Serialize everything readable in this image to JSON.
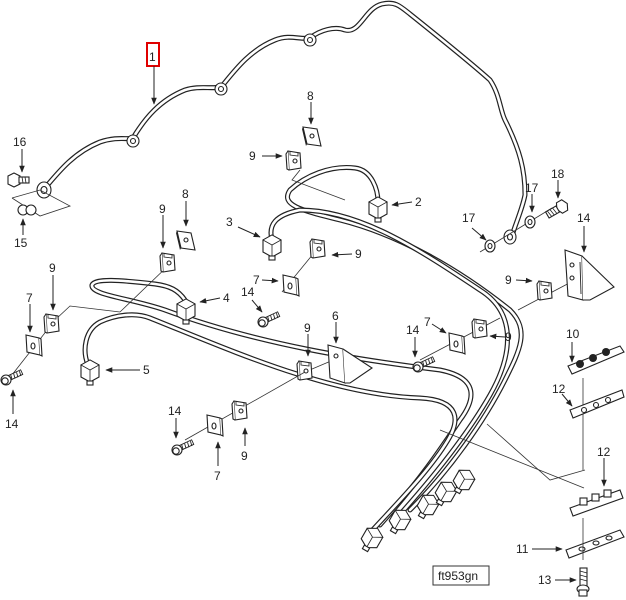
{
  "diagram": {
    "title_ref": "ft953gn",
    "highlight_color": "#e00000",
    "callouts": [
      {
        "id": "c1",
        "label": "1",
        "highlighted": true
      },
      {
        "id": "c2",
        "label": "2"
      },
      {
        "id": "c3",
        "label": "3"
      },
      {
        "id": "c4",
        "label": "4"
      },
      {
        "id": "c5",
        "label": "5"
      },
      {
        "id": "c6",
        "label": "6"
      },
      {
        "id": "c7a",
        "label": "7"
      },
      {
        "id": "c7b",
        "label": "7"
      },
      {
        "id": "c7c",
        "label": "7"
      },
      {
        "id": "c7d",
        "label": "7"
      },
      {
        "id": "c8a",
        "label": "8"
      },
      {
        "id": "c8b",
        "label": "8"
      },
      {
        "id": "c9a",
        "label": "9"
      },
      {
        "id": "c9b",
        "label": "9"
      },
      {
        "id": "c9c",
        "label": "9"
      },
      {
        "id": "c9d",
        "label": "9"
      },
      {
        "id": "c9e",
        "label": "9"
      },
      {
        "id": "c9f",
        "label": "9"
      },
      {
        "id": "c9g",
        "label": "9"
      },
      {
        "id": "c9h",
        "label": "9"
      },
      {
        "id": "c10",
        "label": "10"
      },
      {
        "id": "c11",
        "label": "11"
      },
      {
        "id": "c12a",
        "label": "12"
      },
      {
        "id": "c12b",
        "label": "12"
      },
      {
        "id": "c13",
        "label": "13"
      },
      {
        "id": "c14a",
        "label": "14"
      },
      {
        "id": "c14b",
        "label": "14"
      },
      {
        "id": "c14c",
        "label": "14"
      },
      {
        "id": "c14d",
        "label": "14"
      },
      {
        "id": "c14e",
        "label": "14"
      },
      {
        "id": "c15",
        "label": "15"
      },
      {
        "id": "c16",
        "label": "16"
      },
      {
        "id": "c17a",
        "label": "17"
      },
      {
        "id": "c17b",
        "label": "17"
      },
      {
        "id": "c18",
        "label": "18"
      }
    ]
  }
}
